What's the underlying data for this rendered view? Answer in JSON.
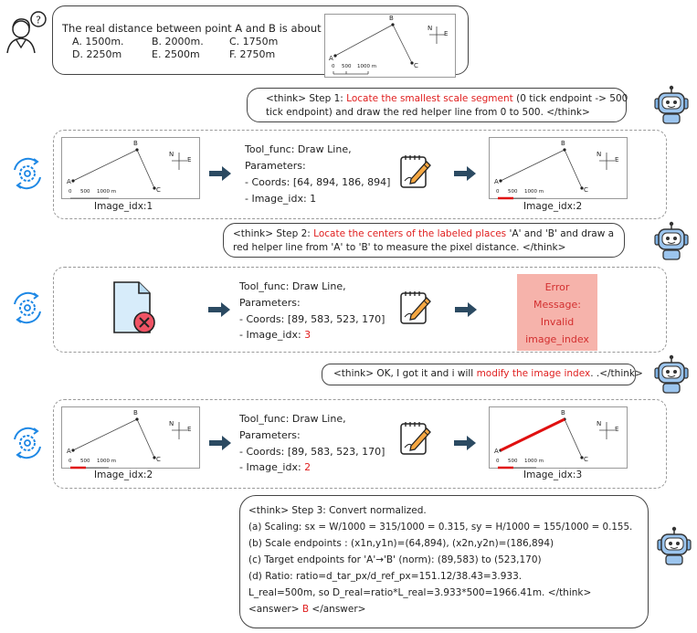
{
  "question": {
    "text": "The real distance between point A and B is about ( ).",
    "options": [
      "A. 1500m.",
      "B. 2000m.",
      "C. 1750m",
      "D. 2250m",
      "E. 2500m",
      "F. 2750m"
    ]
  },
  "map_labels": {
    "a": "A",
    "b": "B",
    "c": "C",
    "n": "N",
    "e": "E",
    "scale0": "0",
    "scale500": "500",
    "scale1000": "1000 m"
  },
  "step1": {
    "prefix": "<think> Step 1: ",
    "highlight": "Locate the smallest scale segment",
    "rest_line1": " (0 tick endpoint -> 500",
    "line2": "tick endpoint) and draw the red helper line from 0 to 500. </think>"
  },
  "tool1": {
    "line1": "Tool_func: Draw Line,",
    "line2": "Parameters:",
    "line3": "- Coords: [64, 894, 186, 894]",
    "line4": "- Image_idx: 1",
    "input_caption": "Image_idx:1",
    "output_caption": "Image_idx:2"
  },
  "step2": {
    "prefix": "<think> Step 2: ",
    "highlight": "Locate the centers of the labeled places",
    "rest_line1": " 'A' and 'B' and draw a",
    "line2": "red helper line from 'A' to 'B' to measure the pixel distance. </think>"
  },
  "tool2": {
    "line1": "Tool_func: Draw Line,",
    "line2": "Parameters:",
    "line3": "- Coords: [89, 583, 523, 170]",
    "line4_prefix": "- Image_idx: ",
    "line4_value": "3",
    "error_lines": [
      "Error",
      "Message:",
      "Invalid",
      "image_index"
    ]
  },
  "fix": {
    "prefix": "<think> OK, I got it and i will ",
    "highlight": "modify the image index",
    "suffix": ". .</think>"
  },
  "tool3": {
    "line1": "Tool_func: Draw Line,",
    "line2": "Parameters:",
    "line3": "- Coords: [89, 583, 523, 170]",
    "line4_prefix": "- Image_idx: ",
    "line4_value": "2",
    "input_caption": "Image_idx:2",
    "output_caption": "Image_idx:3"
  },
  "step3": {
    "lines": [
      "<think> Step 3: Convert normalized.",
      "(a) Scaling: sx = W/1000 = 315/1000 = 0.315, sy = H/1000 = 155/1000 = 0.155.",
      "(b) Scale endpoints : (x1n,y1n)=(64,894), (x2n,y2n)=(186,894)",
      "(c) Target endpoints for 'A'→'B' (norm): (89,583) to (523,170)",
      " (d) Ratio: ratio=d_tar_px/d_ref_px=151.12/38.43=3.933.",
      "L_real=500m, so D_real=ratio*L_real=3.933*500=1966.41m. </think>"
    ],
    "answer_prefix": "<answer> ",
    "answer_value": "B",
    "answer_suffix": " </answer>"
  },
  "icons": [
    "user-question-icon",
    "robot-icon",
    "gear-cycle-icon",
    "edit-note-icon",
    "file-error-icon",
    "arrow-right-icon"
  ],
  "colors": {
    "highlight": "#e02020",
    "helper_line": "#e01010",
    "error_bg": "#f6b3ab",
    "gear": "#1e88e5",
    "robot": "#7fb3e6"
  }
}
